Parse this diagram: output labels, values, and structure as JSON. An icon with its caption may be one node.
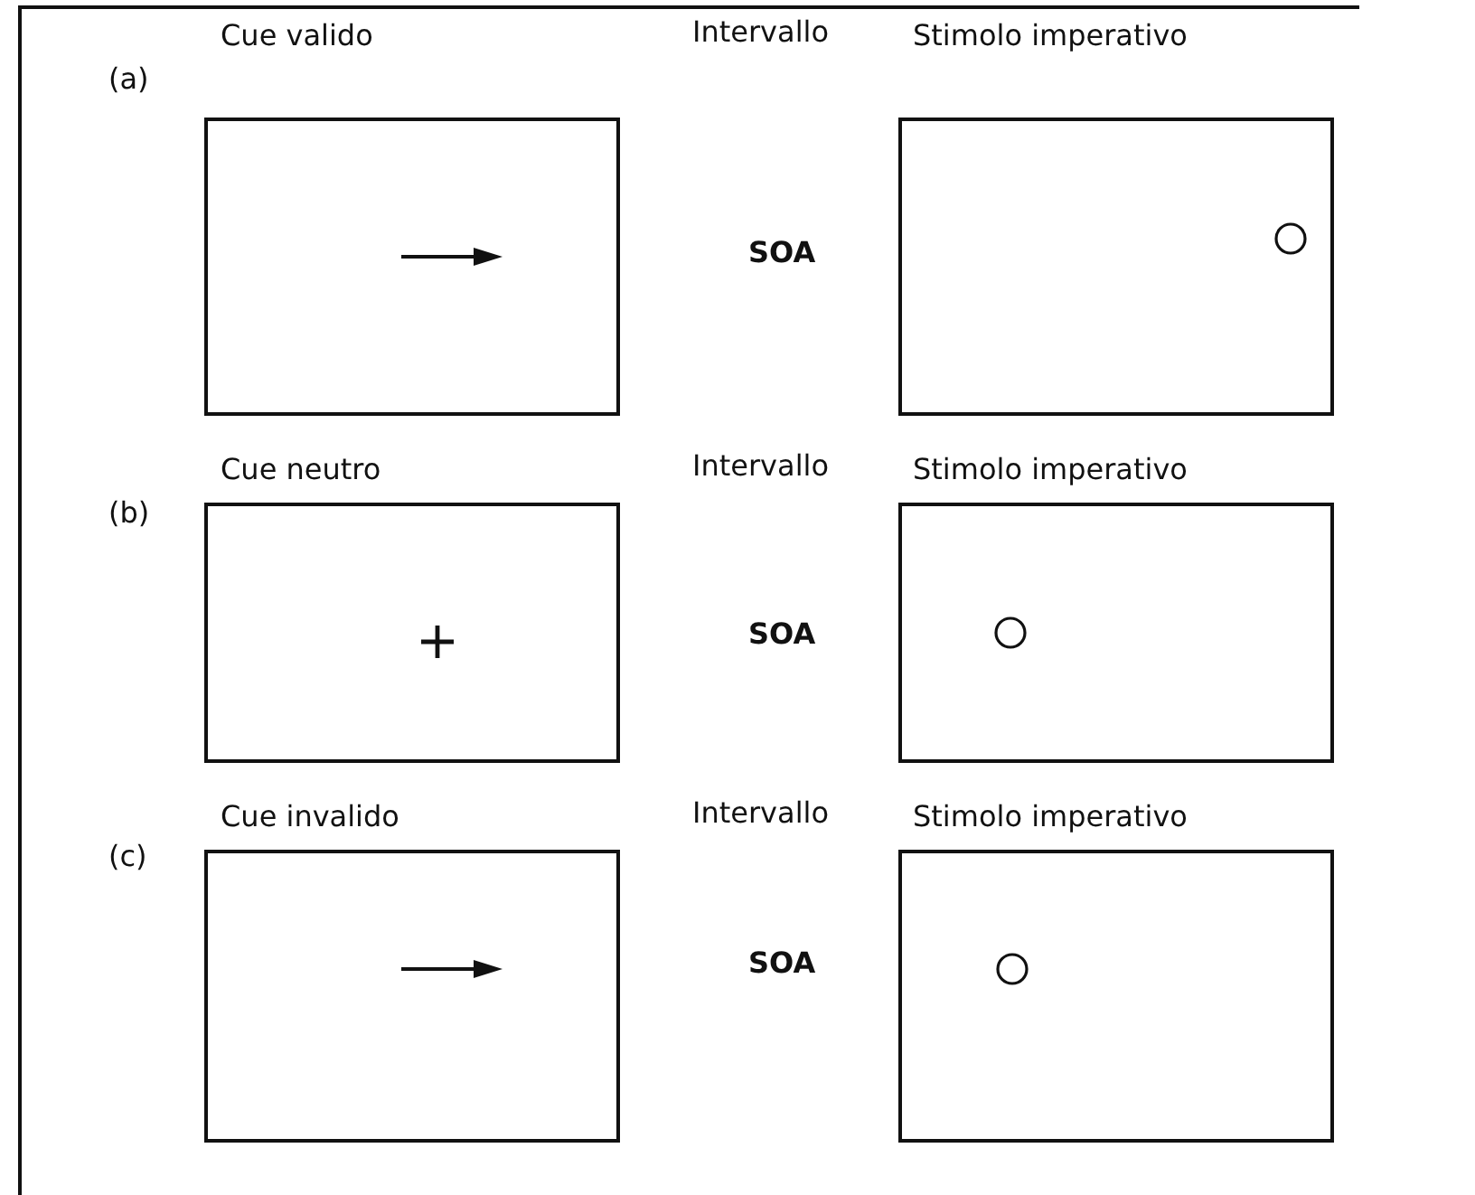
{
  "diagram": {
    "nodes": [
      {
        "text": [
          "Cue valido"
        ]
      },
      {
        "text": [],
        "shape": "arrow",
        "in": 0
      },
      {
        "text": [
          "Stimolo imperativo"
        ]
      },
      {
        "text": [],
        "shape": "circle",
        "in": 2
      },
      {
        "text": [
          "Cue neutro"
        ]
      },
      {
        "text": [],
        "shape": "cross",
        "in": 4
      },
      {
        "text": [
          "Stimolo imperativo"
        ]
      },
      {
        "text": [],
        "shape": "circle",
        "in": 6
      },
      {
        "text": [
          "Cue invalido"
        ]
      },
      {
        "text": [],
        "shape": "arrow",
        "in": 8
      },
      {
        "text": [
          "Stimolo imperativo"
        ]
      },
      {
        "text": [],
        "shape": "circle",
        "in": 10
      }
    ],
    "edges": [],
    "labels": [
      "Intervallo",
      "(a)",
      "SOA",
      "Intervallo",
      "(b)",
      "SOA",
      "Intervallo",
      "(c)",
      "SOA"
    ]
  }
}
